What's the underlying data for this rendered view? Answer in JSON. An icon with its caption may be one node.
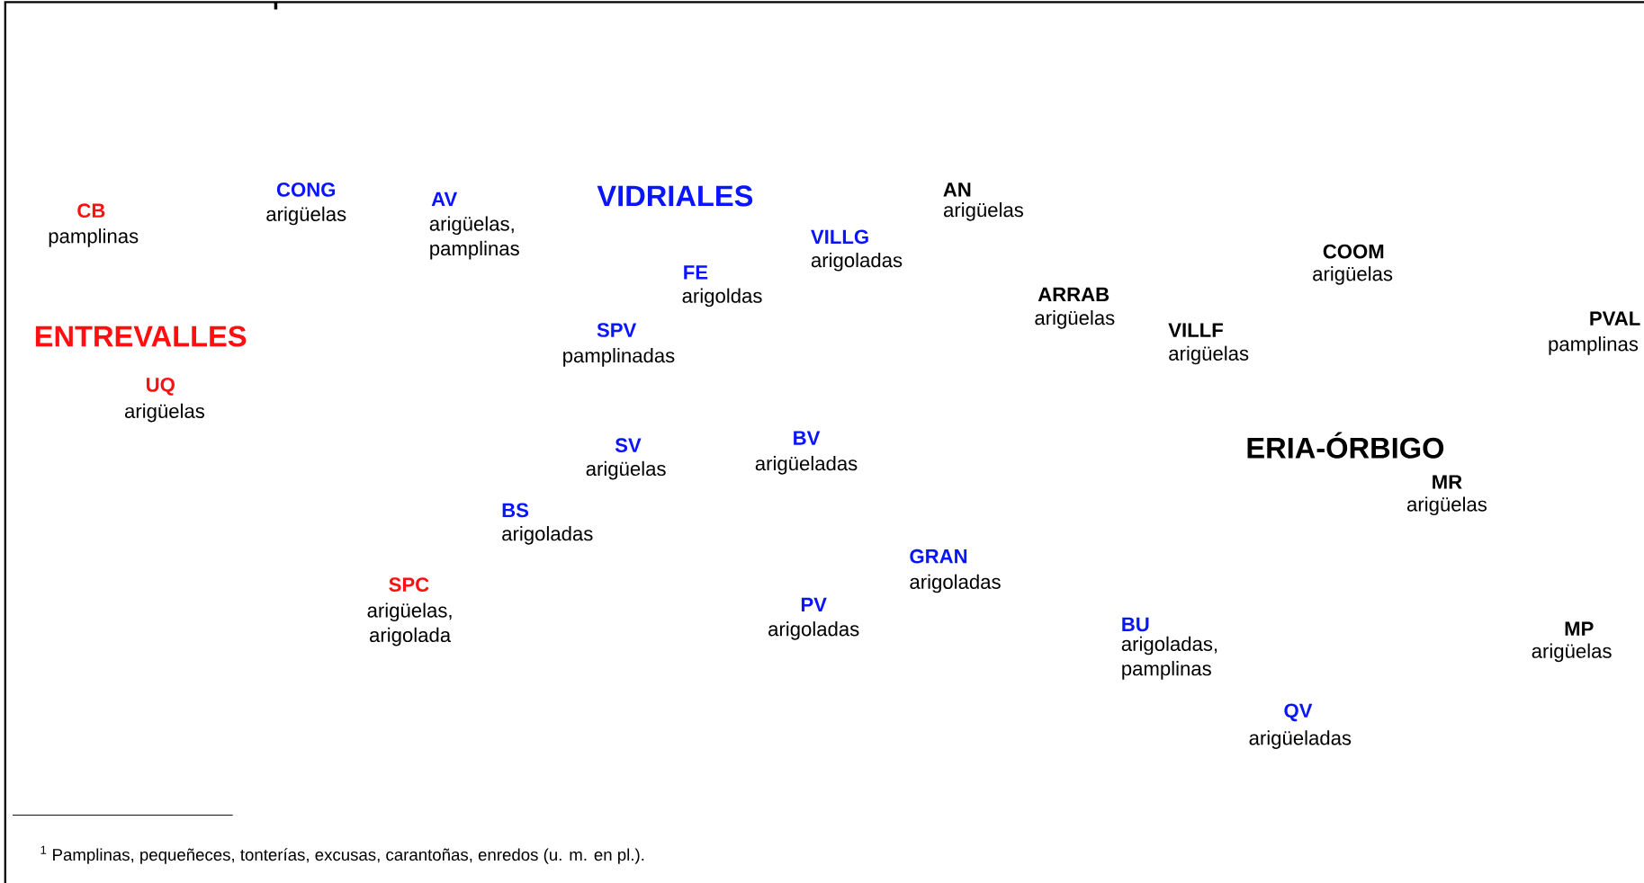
{
  "diagram": {
    "labels": [
      "CONG",
      "arigüelas",
      "AN",
      "arigüelas",
      "VIDRIALES",
      "AV",
      "arigüelas, pamplinas",
      "CB",
      "pamplinas",
      "VILLG",
      "arigoladas",
      "COOM",
      "arigüelas",
      "FE",
      "arigoldas",
      "ARRAB",
      "arigüelas",
      "PVAL",
      "pamplinas",
      "SPV",
      "pamplinadas",
      "VILLF",
      "arigüelas",
      "ENTREVALLES",
      "UQ",
      "arigüelas",
      "BV",
      "arigüeladas",
      "SV",
      "arigüelas",
      "ERIA-ÓRBIGO",
      "MR",
      "arigüelas",
      "BS",
      "arigoladas",
      "GRAN",
      "arigoladas",
      "SPC",
      "arigüelas, arigolada",
      "PV",
      "arigoladas",
      "BU",
      "arigoladas, pamplinas",
      "MP",
      "arigüelas",
      "QV",
      "arigüeladas",
      "$^{1}$ Pamplinas, pequeñeces, tonterías, excusas, carantoñas, enredos (u. m. en pl.)."
    ]
  }
}
